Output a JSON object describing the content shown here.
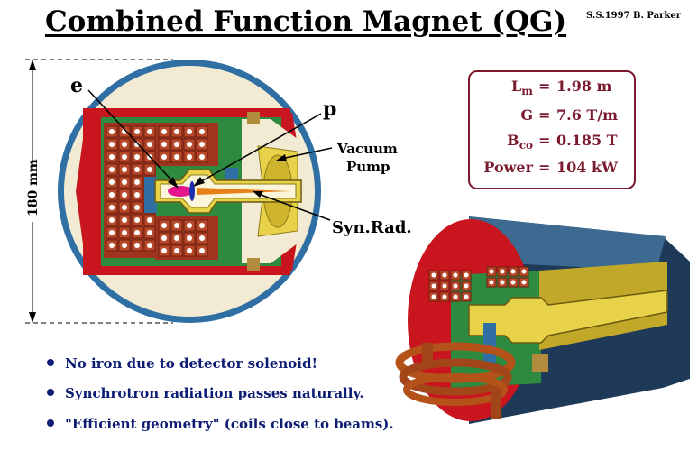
{
  "title": "Combined Function Magnet (QG)",
  "author": "S.S.1997 B. Parker",
  "labels": {
    "e": "e",
    "p": "p",
    "vacuum_pump": [
      "Vacuum",
      "Pump"
    ],
    "syn_rad": "Syn.Rad.",
    "dimension": "180 mm"
  },
  "parameters": [
    {
      "label": "L",
      "sub": "m",
      "eq": "=",
      "value": "1.98 m"
    },
    {
      "label": "G",
      "sub": "",
      "eq": "=",
      "value": "7.6 T/m"
    },
    {
      "label": "B",
      "sub": "co",
      "eq": "=",
      "value": "0.185 T"
    },
    {
      "label": "Power",
      "sub": "",
      "eq": "=",
      "value": "104 kW"
    }
  ],
  "bullets": [
    "No iron due to detector solenoid!",
    "Synchrotron radiation passes naturally.",
    "\"Efficient geometry\" (coils close to beams)."
  ],
  "colors": {
    "title": "#000000",
    "param_text": "#7a1a2e",
    "bullet_text": "#0d1c73",
    "outer_ring": "#2f6fa3",
    "yoke": "#c8151e",
    "cream": "#f2ead2",
    "coil_fill": "#a0341e",
    "gap_green": "#2e8a3e",
    "pipe_yellow": "#e8d24a",
    "electron_beam": "#e4148c",
    "proton_beam": "#e8801a"
  }
}
